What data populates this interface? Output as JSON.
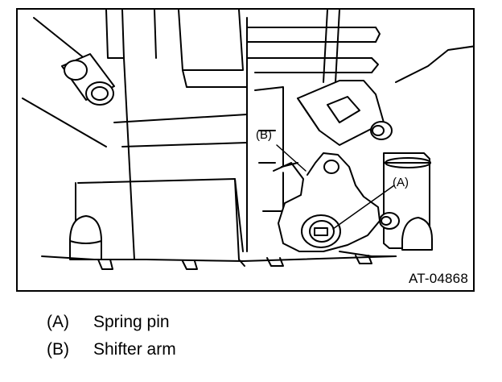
{
  "figure": {
    "id": "AT-04868",
    "callouts": [
      {
        "key": "(A)"
      },
      {
        "key": "(B)"
      }
    ]
  },
  "legend": [
    {
      "key": "(A)",
      "label": "Spring pin"
    },
    {
      "key": "(B)",
      "label": "Shifter arm"
    }
  ]
}
